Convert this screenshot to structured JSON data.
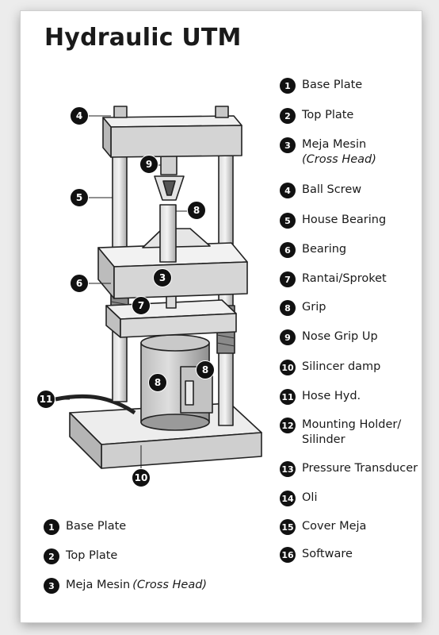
{
  "title": "Hydraulic UTM",
  "legend_right": [
    {
      "num": "1",
      "label": "Base Plate"
    },
    {
      "num": "2",
      "label": "Top Plate"
    },
    {
      "num": "3",
      "label": "Meja Mesin",
      "sub": "(Cross Head)"
    },
    {
      "num": "4",
      "label": "Ball Screw"
    },
    {
      "num": "5",
      "label": "House Bearing"
    },
    {
      "num": "6",
      "label": "Bearing"
    },
    {
      "num": "7",
      "label": "Rantai/Sproket"
    },
    {
      "num": "8",
      "label": "Grip"
    },
    {
      "num": "9",
      "label": "Nose Grip Up"
    },
    {
      "num": "10",
      "label": "Silincer damp"
    },
    {
      "num": "11",
      "label": "Hose Hyd."
    },
    {
      "num": "12",
      "label": "Mounting Holder/",
      "sub": "Silinder"
    },
    {
      "num": "13",
      "label": "Pressure Transducer"
    },
    {
      "num": "14",
      "label": "Oli"
    },
    {
      "num": "15",
      "label": "Cover Meja"
    },
    {
      "num": "16",
      "label": "Software"
    }
  ],
  "legend_bottom": [
    {
      "num": "1",
      "label": "Base Plate"
    },
    {
      "num": "2",
      "label": "Top Plate"
    },
    {
      "num": "3",
      "label": "Meja Mesin",
      "sub": "(Cross Head)"
    }
  ],
  "callouts": [
    {
      "num": "4"
    },
    {
      "num": "9"
    },
    {
      "num": "5"
    },
    {
      "num": "8"
    },
    {
      "num": "3"
    },
    {
      "num": "6"
    },
    {
      "num": "7"
    },
    {
      "num": "8"
    },
    {
      "num": "8"
    },
    {
      "num": "11"
    },
    {
      "num": "10"
    }
  ]
}
